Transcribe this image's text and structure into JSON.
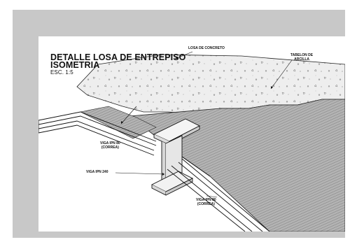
{
  "drawing": {
    "title_line1": "DETALLE LOSA DE ENTREPISO",
    "title_line2": "ISOMETRIA",
    "scale": "ESC. 1:5",
    "labels": {
      "losa": "LOSA DE CONCRETO",
      "tabelon_1": "TABELON DE",
      "tabelon_2": "ARCILLA",
      "viga_left_1": "VIGA IPN 80",
      "viga_left_2": "(CORREA)",
      "viga_240": "VIGA IPN 240",
      "viga_bottom_1": "VIGA IPN 80",
      "viga_bottom_2": "(CORREA)"
    }
  },
  "colors": {
    "frame": "#c8c8c8",
    "sheet": "#ffffff",
    "concrete": "#ececec",
    "tile": "#a9a9a9",
    "line": "#111111"
  }
}
